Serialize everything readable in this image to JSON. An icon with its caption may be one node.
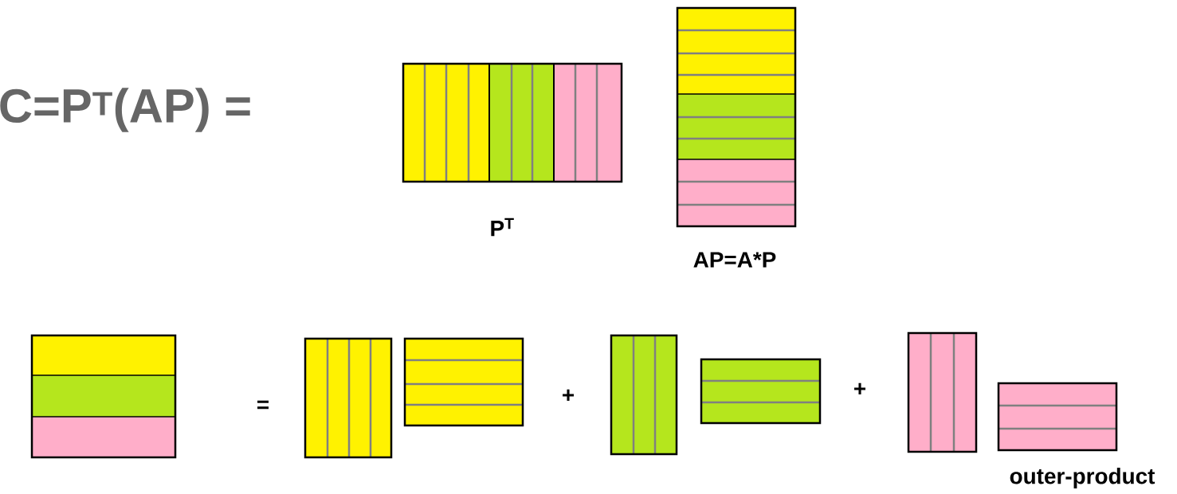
{
  "diagram": {
    "labels": [
      "C=P$^{T}$(AP) =",
      "P$^{T}$",
      "AP=A*P",
      "=",
      "+",
      "+",
      "outer-product"
    ]
  }
}
